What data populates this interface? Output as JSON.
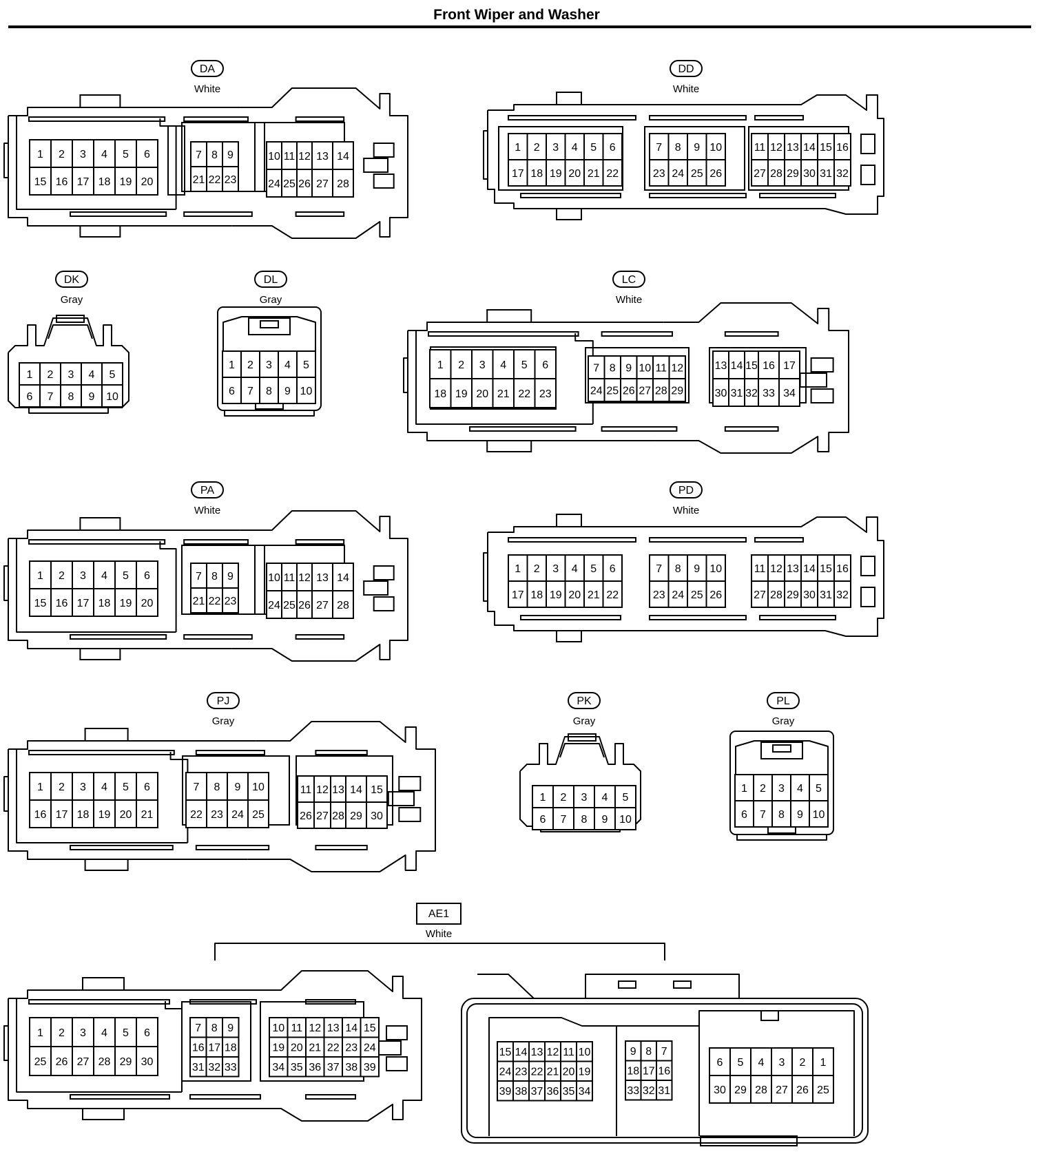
{
  "title": "Front Wiper and Washer",
  "connectors": [
    {
      "code": "DA",
      "color": "White",
      "groups": [
        [
          [
            "1",
            "2",
            "3",
            "4",
            "5",
            "6"
          ],
          [
            "15",
            "16",
            "17",
            "18",
            "19",
            "20"
          ]
        ],
        [
          [
            "7",
            "8",
            "9"
          ],
          [
            "21",
            "22",
            "23"
          ]
        ],
        [
          [
            "10",
            "11",
            "12",
            "13",
            "14"
          ],
          [
            "24",
            "25",
            "26",
            "27",
            "28"
          ]
        ]
      ]
    },
    {
      "code": "DD",
      "color": "White",
      "groups": [
        [
          [
            "1",
            "2",
            "3",
            "4",
            "5",
            "6"
          ],
          [
            "17",
            "18",
            "19",
            "20",
            "21",
            "22"
          ]
        ],
        [
          [
            "7",
            "8",
            "9",
            "10"
          ],
          [
            "23",
            "24",
            "25",
            "26"
          ]
        ],
        [
          [
            "11",
            "12",
            "13",
            "14",
            "15",
            "16"
          ],
          [
            "27",
            "28",
            "29",
            "30",
            "31",
            "32"
          ]
        ]
      ]
    },
    {
      "code": "DK",
      "color": "Gray",
      "groups": [
        [
          [
            "1",
            "2",
            "3",
            "4",
            "5"
          ],
          [
            "6",
            "7",
            "8",
            "9",
            "10"
          ]
        ]
      ]
    },
    {
      "code": "DL",
      "color": "Gray",
      "groups": [
        [
          [
            "1",
            "2",
            "3",
            "4",
            "5"
          ],
          [
            "6",
            "7",
            "8",
            "9",
            "10"
          ]
        ]
      ]
    },
    {
      "code": "LC",
      "color": "White",
      "groups": [
        [
          [
            "1",
            "2",
            "3",
            "4",
            "5",
            "6"
          ],
          [
            "18",
            "19",
            "20",
            "21",
            "22",
            "23"
          ]
        ],
        [
          [
            "7",
            "8",
            "9",
            "10",
            "11",
            "12"
          ],
          [
            "24",
            "25",
            "26",
            "27",
            "28",
            "29"
          ]
        ],
        [
          [
            "13",
            "14",
            "15",
            "16",
            "17"
          ],
          [
            "30",
            "31",
            "32",
            "33",
            "34"
          ]
        ]
      ]
    },
    {
      "code": "PA",
      "color": "White",
      "groups": [
        [
          [
            "1",
            "2",
            "3",
            "4",
            "5",
            "6"
          ],
          [
            "15",
            "16",
            "17",
            "18",
            "19",
            "20"
          ]
        ],
        [
          [
            "7",
            "8",
            "9"
          ],
          [
            "21",
            "22",
            "23"
          ]
        ],
        [
          [
            "10",
            "11",
            "12",
            "13",
            "14"
          ],
          [
            "24",
            "25",
            "26",
            "27",
            "28"
          ]
        ]
      ]
    },
    {
      "code": "PD",
      "color": "White",
      "groups": [
        [
          [
            "1",
            "2",
            "3",
            "4",
            "5",
            "6"
          ],
          [
            "17",
            "18",
            "19",
            "20",
            "21",
            "22"
          ]
        ],
        [
          [
            "7",
            "8",
            "9",
            "10"
          ],
          [
            "23",
            "24",
            "25",
            "26"
          ]
        ],
        [
          [
            "11",
            "12",
            "13",
            "14",
            "15",
            "16"
          ],
          [
            "27",
            "28",
            "29",
            "30",
            "31",
            "32"
          ]
        ]
      ]
    },
    {
      "code": "PJ",
      "color": "Gray",
      "groups": [
        [
          [
            "1",
            "2",
            "3",
            "4",
            "5",
            "6"
          ],
          [
            "16",
            "17",
            "18",
            "19",
            "20",
            "21"
          ]
        ],
        [
          [
            "7",
            "8",
            "9",
            "10"
          ],
          [
            "22",
            "23",
            "24",
            "25"
          ]
        ],
        [
          [
            "11",
            "12",
            "13",
            "14",
            "15"
          ],
          [
            "26",
            "27",
            "28",
            "29",
            "30"
          ]
        ]
      ]
    },
    {
      "code": "PK",
      "color": "Gray",
      "groups": [
        [
          [
            "1",
            "2",
            "3",
            "4",
            "5"
          ],
          [
            "6",
            "7",
            "8",
            "9",
            "10"
          ]
        ]
      ]
    },
    {
      "code": "PL",
      "color": "Gray",
      "groups": [
        [
          [
            "1",
            "2",
            "3",
            "4",
            "5"
          ],
          [
            "6",
            "7",
            "8",
            "9",
            "10"
          ]
        ]
      ]
    },
    {
      "code": "AE1",
      "color": "White",
      "groups": [
        [
          [
            "1",
            "2",
            "3",
            "4",
            "5",
            "6"
          ],
          [
            "25",
            "26",
            "27",
            "28",
            "29",
            "30"
          ]
        ],
        [
          [
            "7",
            "8",
            "9"
          ],
          [
            "16",
            "17",
            "18"
          ],
          [
            "31",
            "32",
            "33"
          ]
        ],
        [
          [
            "10",
            "11",
            "12",
            "13",
            "14",
            "15"
          ],
          [
            "19",
            "20",
            "21",
            "22",
            "23",
            "24"
          ],
          [
            "34",
            "35",
            "36",
            "37",
            "38",
            "39"
          ]
        ],
        [
          [
            "15",
            "14",
            "13",
            "12",
            "11",
            "10"
          ],
          [
            "24",
            "23",
            "22",
            "21",
            "20",
            "19"
          ],
          [
            "39",
            "38",
            "37",
            "36",
            "35",
            "34"
          ]
        ],
        [
          [
            "9",
            "8",
            "7"
          ],
          [
            "18",
            "17",
            "16"
          ],
          [
            "33",
            "32",
            "31"
          ]
        ],
        [
          [
            "6",
            "5",
            "4",
            "3",
            "2",
            "1"
          ],
          [
            "30",
            "29",
            "28",
            "27",
            "26",
            "25"
          ]
        ]
      ]
    }
  ]
}
